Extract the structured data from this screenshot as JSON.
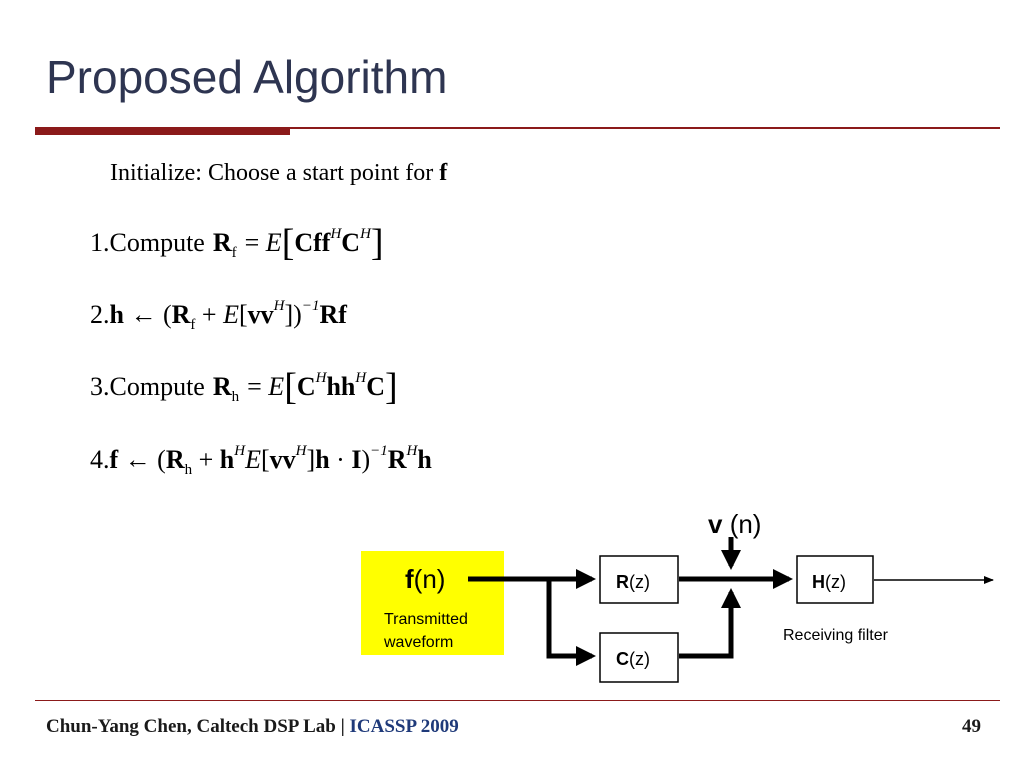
{
  "slide": {
    "title": "Proposed Algorithm",
    "init_text": "Initialize: Choose a start point for ",
    "init_var": "f",
    "steps": {
      "s1_num": "1.",
      "s1_word": "Compute",
      "s2_num": "2.",
      "s3_num": "3.",
      "s3_word": "Compute",
      "s4_num": "4."
    }
  },
  "diagram": {
    "input_bold": "f",
    "input_rest": "(n)",
    "input_caption_1": "Transmitted",
    "input_caption_2": "waveform",
    "noise_bold": "v",
    "noise_rest": " (n)",
    "block_r_bold": "R",
    "block_r_rest": "(z)",
    "block_c_bold": "C",
    "block_c_rest": "(z)",
    "block_h_bold": "H",
    "block_h_rest": "(z)",
    "receiver_caption": "Receiving filter",
    "input_box_color": "#ffff00",
    "rule_color": "#8b1a1a"
  },
  "footer": {
    "author": "Chun-Yang Chen, Caltech DSP Lab",
    "separator": " | ",
    "conference": "ICASSP 2009",
    "page_number": "49"
  }
}
